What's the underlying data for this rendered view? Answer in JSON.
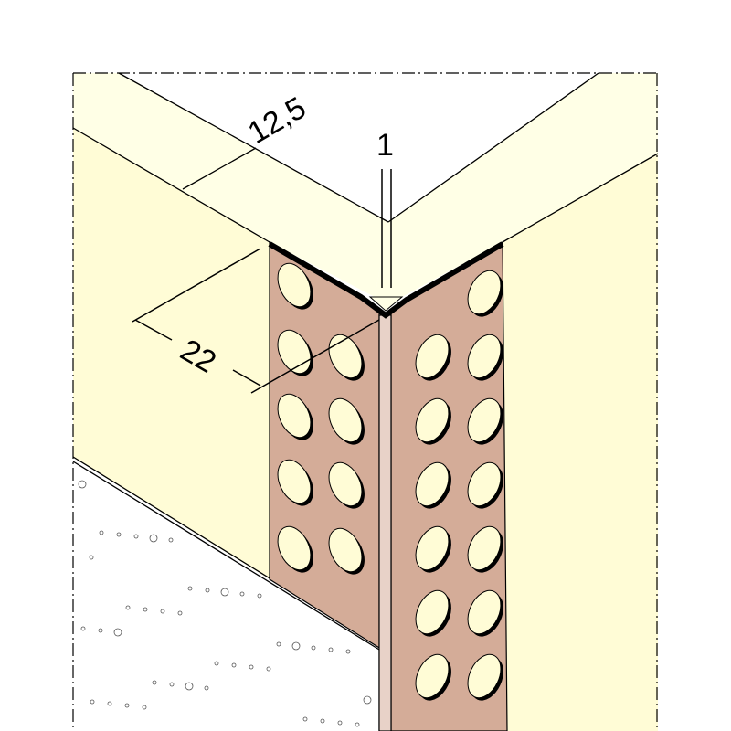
{
  "dimensions": {
    "board_thickness": "12,5",
    "profile_thickness": "1",
    "flange_width": "22"
  },
  "colors": {
    "wall": "#FFFCD6",
    "board_top": "#FFFFE6",
    "profile": "#D4AC98",
    "profile_edge": "#E8D2C8",
    "concrete": "#FFFFFF",
    "line": "#000000"
  }
}
